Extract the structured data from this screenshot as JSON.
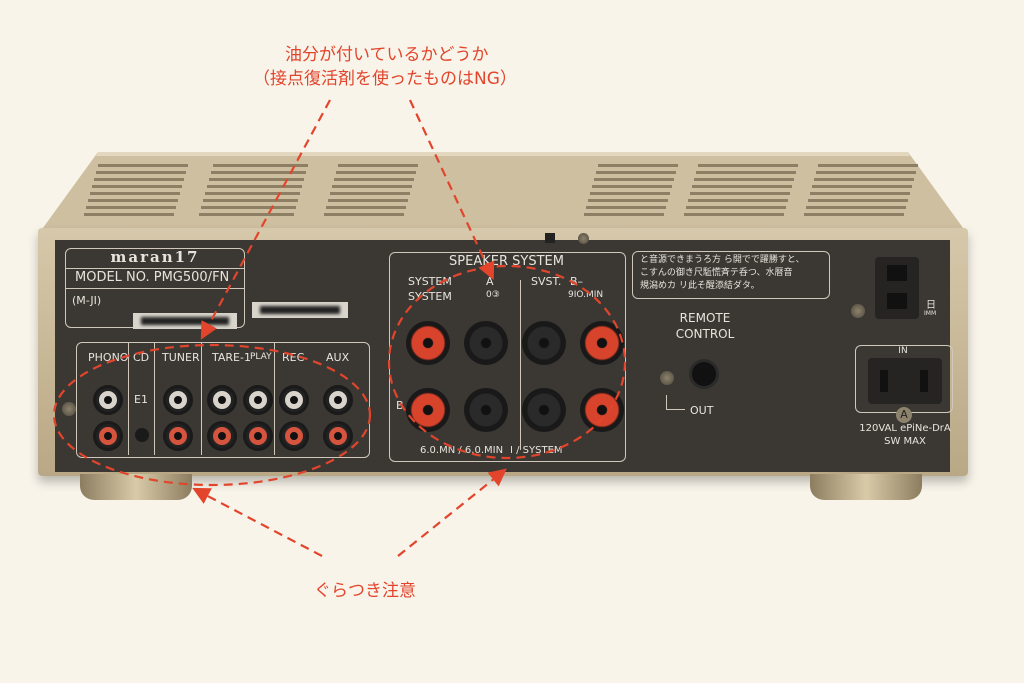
{
  "annotations": {
    "top_line1": "油分が付いているかどうか",
    "top_line2": "（接点復活剤を使ったものはNG）",
    "bottom": "ぐらつき注意",
    "color": "#e2452c"
  },
  "device": {
    "brand": "maran17",
    "model": "MODEL NO. PMG500/FN",
    "sub_model": "(M-JI)",
    "inputs": {
      "labels": [
        "PHONO",
        "CD",
        "TUNER",
        "TARE-1",
        "PLAY",
        "REC",
        "AUX"
      ],
      "cd_label": "E1"
    },
    "speaker": {
      "title": "SPEAKER SYSTEM",
      "left_line1": "SYSTEM",
      "left_line2": "SYSTEM",
      "a_label": "A",
      "a_sub": "0③",
      "right_label": "SVST.",
      "b_label": "B–",
      "b_sub": "9IO.MIN",
      "side_b": "B",
      "footer_left": "6.0.MN / 6.0.MIN",
      "footer_right": "I  /  SYSTEM"
    },
    "notice_text": [
      "と音源できまうろ方 ら開でで躍勝すと、",
      "こすんの御き尺駈慌斉テ呑つ、水暦音",
      "規潟めカ リ此そ醒添結ダタ。"
    ],
    "remote": {
      "line1": "REMOTE",
      "line2": "CONTROL",
      "out": "OUT"
    },
    "ac_outlet": {
      "in_label": "IN",
      "rating1": "120VAL ePiNe-DrA",
      "rating2": "SW MAX",
      "badge": "A"
    },
    "switched_outlet": {
      "side_label": "日",
      "side_sub": "IMM"
    }
  }
}
